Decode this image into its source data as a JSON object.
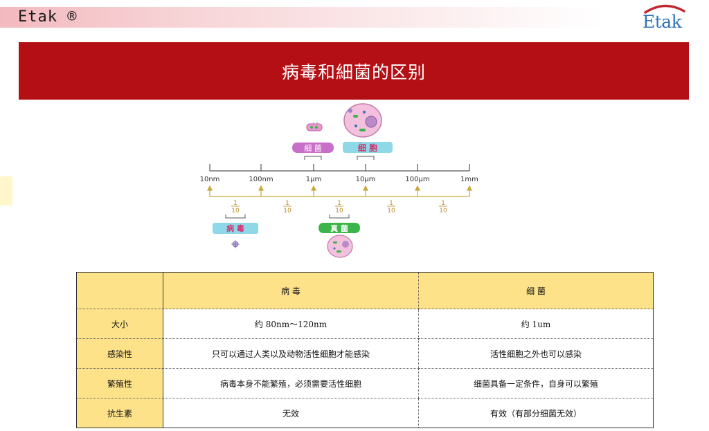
{
  "header": {
    "brand_text": "Etak ®",
    "logo_text": "Etak"
  },
  "title": "病毒和細菌的区别",
  "diagram": {
    "top_labels": [
      "細 菌",
      "细 胞"
    ],
    "bottom_labels": [
      "病 毒",
      "真 菌"
    ],
    "scale_ticks": [
      "10nm",
      "100nm",
      "1μm",
      "10μm",
      "100μm",
      "1mm"
    ],
    "ratio_numerator": "1",
    "ratio_denominator": "10",
    "colors": {
      "bacteria_tag": "#c870c8",
      "cell_tag": "#8fd8e8",
      "virus_tag": "#8fd8e8",
      "fungi_tag": "#3bb54a",
      "scale_line": "#555555",
      "arrows": "#c9a93a"
    }
  },
  "table": {
    "headers": [
      "",
      "病 毒",
      "细 菌"
    ],
    "rows": [
      {
        "label": "大小",
        "virus": "约  80nm～120nm",
        "bacteria": "约 1um"
      },
      {
        "label": "感染性",
        "virus": "只可以通过人类以及动物活性细胞才能感染",
        "bacteria": "活性细胞之外也可以感染"
      },
      {
        "label": "繁殖性",
        "virus": "病毒本身不能繁殖，必须需要活性细胞",
        "bacteria": "细菌具备一定条件，自身可以繁殖"
      },
      {
        "label": "抗生素",
        "virus": "无效",
        "bacteria": "有效（有部分细菌无效）"
      }
    ],
    "colors": {
      "header_bg": "#fde28a",
      "border": "#333333"
    }
  },
  "colors": {
    "banner": "#b30f14",
    "logo_blue": "#2f73b8",
    "logo_red": "#c0262d"
  }
}
